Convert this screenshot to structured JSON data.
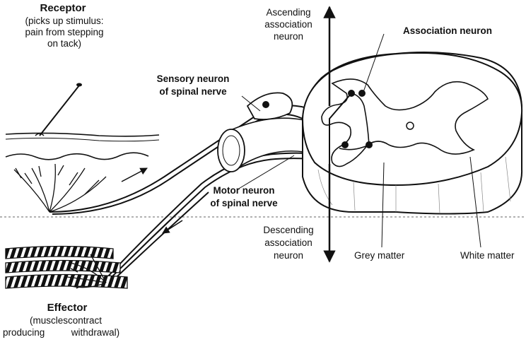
{
  "labels": {
    "receptor": {
      "title": "Receptor",
      "line1": "(picks up stimulus:",
      "line2": "pain from stepping",
      "line3": "on tack)"
    },
    "sensory_neuron": {
      "line1": "Sensory neuron",
      "line2": "of spinal nerve"
    },
    "ascending": {
      "line1": "Ascending",
      "line2": "association",
      "line3": "neuron"
    },
    "association_neuron": "Association neuron",
    "motor_neuron": {
      "line1": "Motor neuron",
      "line2": "of spinal nerve"
    },
    "descending": {
      "line1": "Descending",
      "line2": "association",
      "line3": "neuron"
    },
    "grey_matter": "Grey matter",
    "white_matter": "White matter",
    "effector": {
      "title": "Effector",
      "line1": "(musclescontract",
      "line2": "producing          withdrawal)"
    }
  }
}
